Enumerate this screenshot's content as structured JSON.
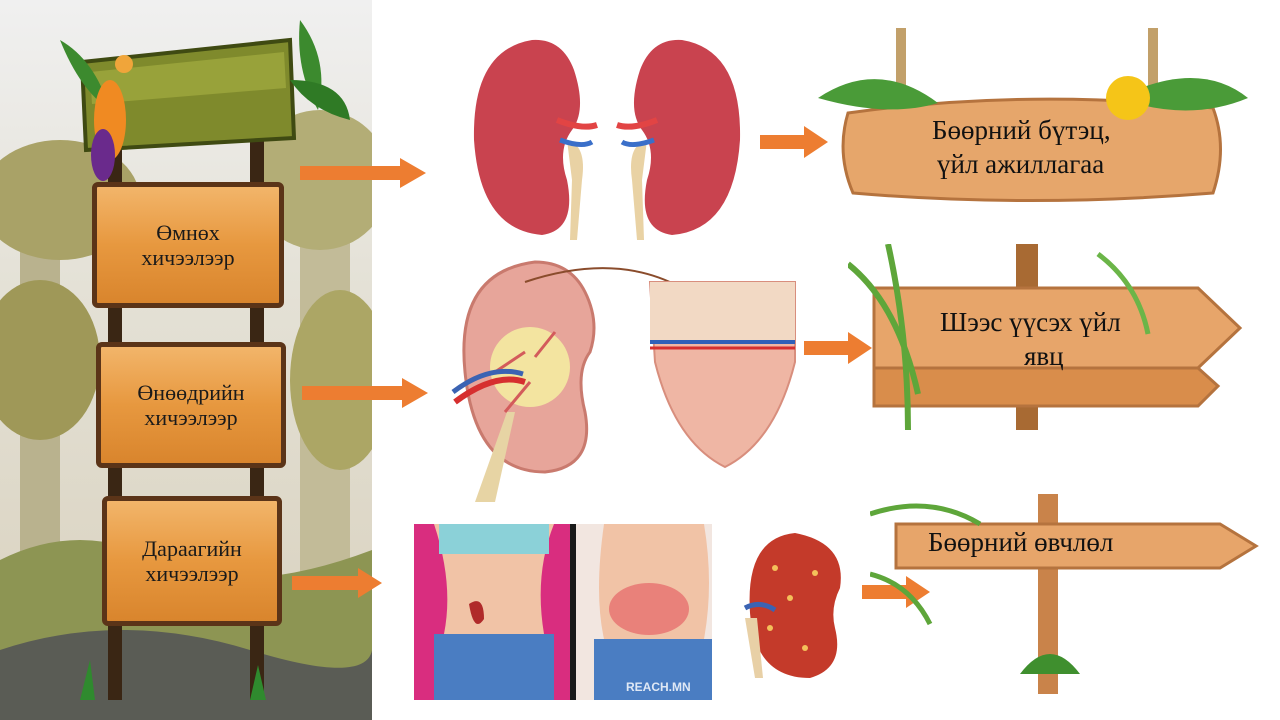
{
  "left_signs": [
    {
      "label": "Өмнөх хичээлээр"
    },
    {
      "label": "Өнөөдрийн хичээлээр"
    },
    {
      "label": "Дараагийн хичээлээр"
    }
  ],
  "right_signs": [
    {
      "label_line1": "Бөөрний бүтэц,",
      "label_line2": "үйл ажиллагаа"
    },
    {
      "label_line1": "Шээс үүсэх үйл",
      "label_line2": "явц"
    },
    {
      "label_line1": "Бөөрний өвчлөл",
      "label_line2": ""
    }
  ],
  "watermark": "REACH.MN",
  "colors": {
    "arrow": "#ed7d31",
    "wood": "#e7983f",
    "wood_dark": "#5b3418",
    "kidney": "#c9434f"
  }
}
